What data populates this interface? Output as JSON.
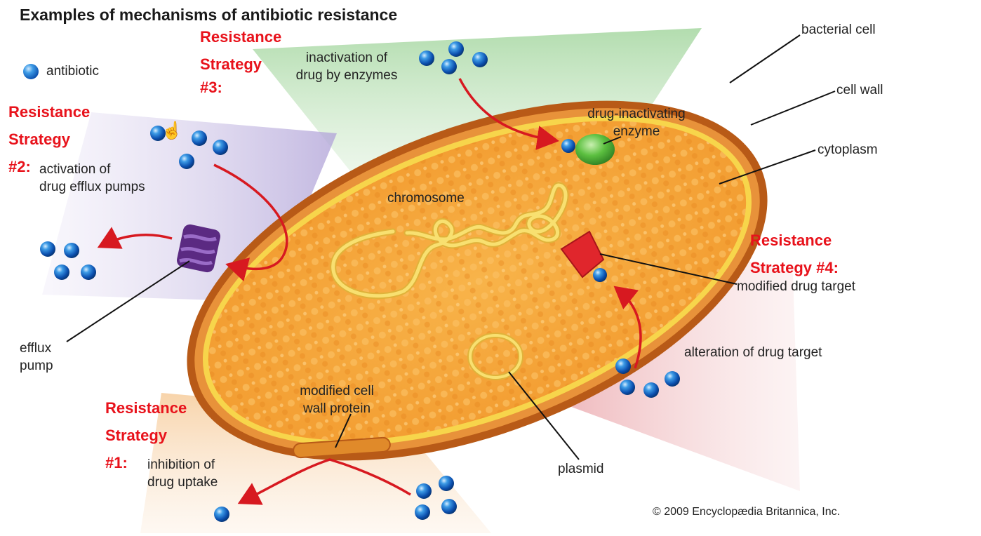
{
  "title": "Examples of mechanisms of antibiotic resistance",
  "legend": {
    "antibiotic": "antibiotic"
  },
  "labels": {
    "bacterial_cell": "bacterial cell",
    "cell_wall": "cell wall",
    "cytoplasm": "cytoplasm",
    "drug_inactivating_enzyme": [
      "drug-inactivating",
      "enzyme"
    ],
    "chromosome": "chromosome",
    "inactivation": [
      "inactivation of",
      "drug by enzymes"
    ],
    "efflux_activation": [
      "activation of",
      "drug efflux pumps"
    ],
    "efflux_pump": [
      "efflux",
      "pump"
    ],
    "modified_wall_protein": [
      "modified cell",
      "wall protein"
    ],
    "inhibition": [
      "inhibition of",
      "drug uptake"
    ],
    "plasmid": "plasmid",
    "modified_target": "modified drug target",
    "alteration": "alteration of drug target"
  },
  "strategies": {
    "s1": [
      "Resistance",
      "Strategy",
      "#1:"
    ],
    "s2": [
      "Resistance",
      "Strategy",
      "#2:"
    ],
    "s3": [
      "Resistance",
      "Strategy",
      "#3:"
    ],
    "s4": [
      "Resistance",
      "Strategy #4:"
    ]
  },
  "copyright": "© 2009 Encyclopædia Britannica, Inc.",
  "colors": {
    "strategy_text": "#e8121b",
    "cell_wall": "#c5651c",
    "cytoplasm": "#f5a93a",
    "chromosome": "#f3d24a",
    "antibiotic": "#1565c0",
    "enzyme": "#43a832",
    "efflux_pump": "#5b2a82",
    "arrow": "#d71920"
  },
  "icons": [
    "hand-pointer-icon"
  ]
}
